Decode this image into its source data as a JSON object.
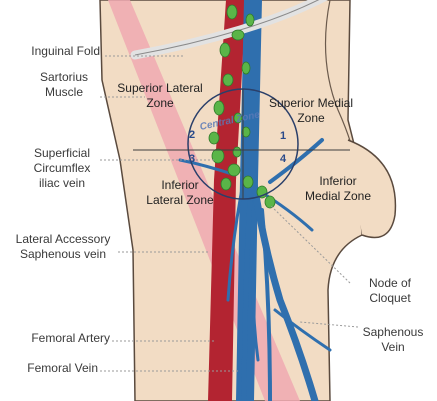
{
  "labels": {
    "inguinal_fold": "Inguinal Fold",
    "sartorius_muscle": "Sartorius\nMuscle",
    "superficial_circumflex_iliac_vein": "Superficial\nCircumflex\niliac vein",
    "lateral_accessory_saphenous_vein": "Lateral Accessory\nSaphenous vein",
    "femoral_artery": "Femoral Artery",
    "femoral_vein": "Femoral Vein",
    "node_of_cloquet": "Node of\nCloquet",
    "saphenous_vein": "Saphenous\nVein"
  },
  "zones": {
    "superior_lateral": "Superior Lateral\nZone",
    "superior_medial": "Superior Medial\nZone",
    "central": "Central Zone",
    "inferior_lateral": "Inferior\nLateral Zone",
    "inferior_medial": "Inferior\nMedial Zone"
  },
  "zone_numbers": {
    "n1": "1",
    "n2": "2",
    "n3": "3",
    "n4": "4"
  },
  "colors": {
    "skin": "#f2dcc4",
    "skin_outline": "#5a4a3e",
    "artery": "#b32431",
    "vein": "#2f6fae",
    "lymph_node": "#5ab548",
    "sartorius": "#f0a9b1",
    "inguinal_fold": "#e2e2e2"
  }
}
